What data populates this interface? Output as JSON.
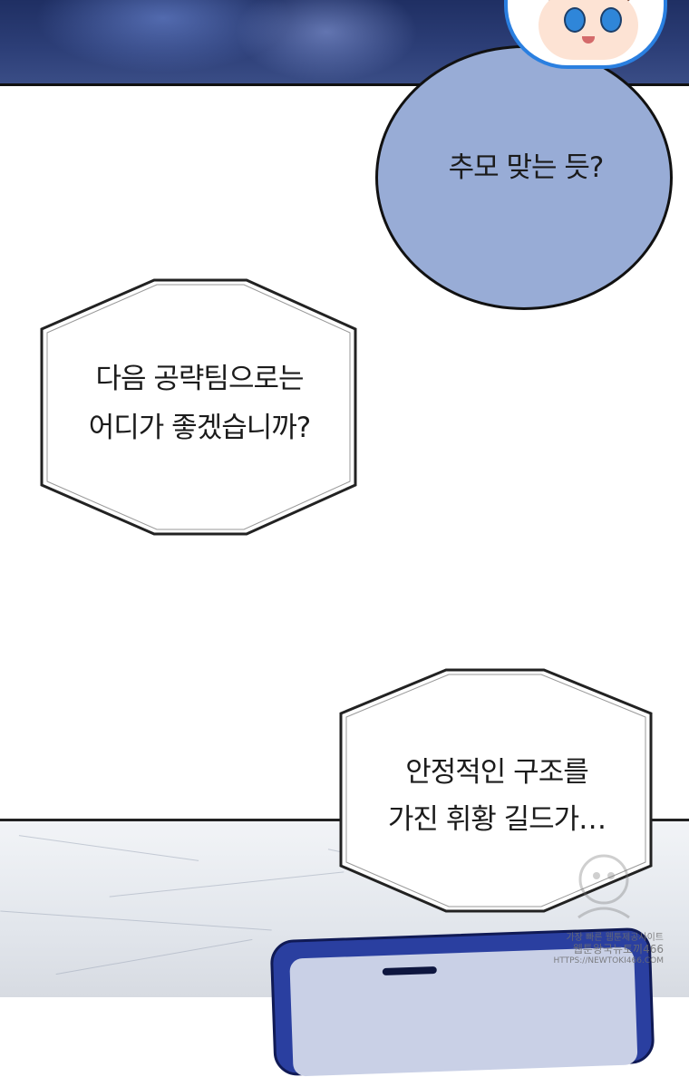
{
  "bubbles": {
    "circle": {
      "text": "추모 맞는 듯?"
    },
    "hex1": {
      "line1": "다음 공략팀으로는",
      "line2": "어디가 좋겠습니까?"
    },
    "hex2": {
      "line1": "안정적인 구조를",
      "line2": "가진 휘황 길드가…"
    }
  },
  "watermark": {
    "line1": "가장 빠른 웹툰제공사이트",
    "line2": "웹툰왕국뉴토끼466",
    "line3": "HTTPS://NEWTOKI466.COM"
  },
  "colors": {
    "circle_fill": "#98acd6",
    "top_panel": "#2d3f78",
    "avatar_border": "#2a7fe0",
    "phone_body": "#2a3fa0"
  }
}
